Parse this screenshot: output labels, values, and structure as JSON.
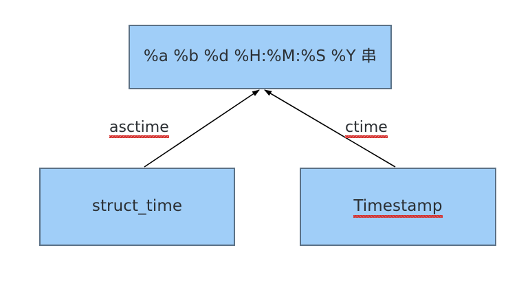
{
  "diagram": {
    "type": "relationship-diagram",
    "background_color": "#ffffff",
    "node_fill_color": "#a0cef8",
    "node_border_color": "#5b7186",
    "text_color": "#2b2f33",
    "spellcheck_underline_color": "#d5322f",
    "nodes": [
      {
        "id": "format-string",
        "label": "%a %b %d %H:%M:%S %Y 串",
        "spellchecked": false
      },
      {
        "id": "struct-time",
        "label": "struct_time",
        "spellchecked": false
      },
      {
        "id": "timestamp",
        "label": "Timestamp",
        "spellchecked": true
      }
    ],
    "edges": [
      {
        "id": "asctime",
        "label": "asctime",
        "from": "struct-time",
        "to": "format-string",
        "arrow": "filled-triangle",
        "spellchecked": true
      },
      {
        "id": "ctime",
        "label": "ctime",
        "from": "timestamp",
        "to": "format-string",
        "arrow": "filled-triangle",
        "spellchecked": true
      }
    ]
  }
}
